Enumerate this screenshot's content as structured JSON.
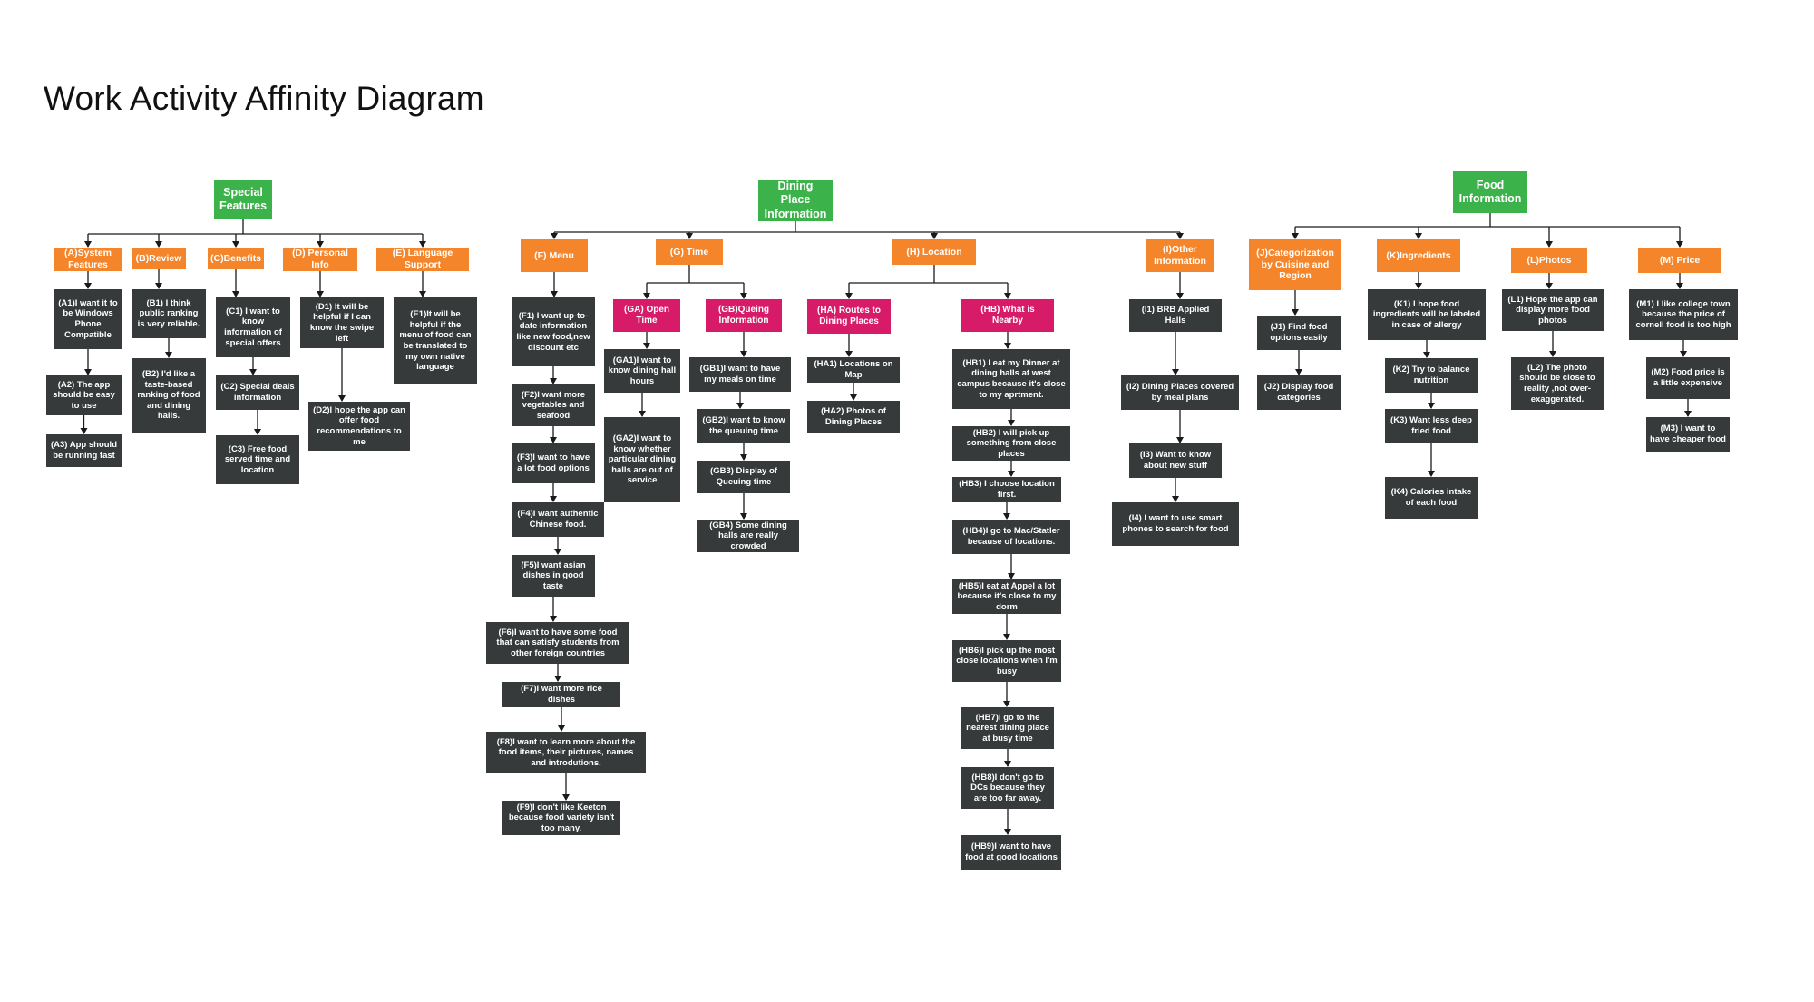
{
  "title": "Work Activity Affinity Diagram",
  "colors": {
    "root": "#3cb34a",
    "category": "#f5852a",
    "subcategory": "#d81b69",
    "note": "#363a3a",
    "connector": "#1a1a1a"
  },
  "nodes": {
    "root_special": "Special Features",
    "root_dining": "Dining Place Information",
    "root_food": "Food Information",
    "cat_a": "(A)System Features",
    "cat_b": "(B)Review",
    "cat_c": "(C)Benefits",
    "cat_d": "(D)  Personal Info",
    "cat_e": "(E)  Language Support",
    "cat_f": "(F)  Menu",
    "cat_g": "(G)  Time",
    "cat_h": "(H)  Location",
    "cat_i": "(I)Other Information",
    "cat_j": "(J)Categorization by Cuisine and Region",
    "cat_k": "(K)Ingredients",
    "cat_l": "(L)Photos",
    "cat_m": "(M) Price",
    "sub_ga": "(GA)  Open Time",
    "sub_gb": "(GB)Queing Information",
    "sub_ha": "(HA)  Routes to Dining Places",
    "sub_hb": "(HB)  What is Nearby",
    "a1": "(A1)I want it to be Windows Phone Compatible",
    "a2": "(A2) The app should be easy to use",
    "a3": "(A3)  App should be running fast",
    "b1": "(B1)  I think public ranking is very reliable.",
    "b2": "(B2)  I'd like a taste-based ranking of food and dining halls.",
    "c1": "(C1)  I want to know information of special offers",
    "c2": "(C2)  Special deals information",
    "c3": "(C3)  Free food served time and location",
    "d1": "(D1)  It will be helpful if I can know the swipe left",
    "d2": "(D2)I hope the app can offer food recommendations to me",
    "e1": "(E1)It will be helpful if the menu of food can be translated to my own native language",
    "f1": "(F1) I want up-to-date information like new food,new discount etc",
    "f2": "(F2)I want more vegetables and seafood",
    "f3": "(F3)I want to have a lot food options",
    "f4": "(F4)I want authentic Chinese food.",
    "f5": "(F5)I want asian dishes in good taste",
    "f6": "(F6)I want to have some food that can satisfy students from other foreign countries",
    "f7": "(F7)I want more rice dishes",
    "f8": "(F8)I want to learn more about the food items, their pictures, names and introdutions.",
    "f9": "(F9)I don't like Keeton because food variety isn't too many.",
    "ga1": "(GA1)I want to know dining hall hours",
    "ga2": "(GA2)I want to know whether particular dining halls are out of service",
    "gb1": "(GB1)I want to have my meals on time",
    "gb2": "(GB2)I want to know the queuing time",
    "gb3": "(GB3)  Display of Queuing time",
    "gb4": "(GB4)  Some dining halls are really crowded",
    "ha1": "(HA1)  Locations on Map",
    "ha2": "(HA2)  Photos of Dining Places",
    "hb1": "(HB1)  I eat my Dinner at dining halls at west campus because it's close to my aprtment.",
    "hb2": "(HB2)  I will pick up something from close places",
    "hb3": "(HB3)  I choose location first.",
    "hb4": "(HB4)I go to Mac/Statler because of locations.",
    "hb5": "(HB5)I eat at Appel a lot because it's close to my dorm",
    "hb6": "(HB6)I pick up the most close locations when I'm busy",
    "hb7": "(HB7)I go to the nearest dining place at busy time",
    "hb8": "(HB8)I don't go to DCs because they are too far away.",
    "hb9": "(HB9)I want to have food at good locations",
    "i1": "(I1)  BRB Applied Halls",
    "i2": "(I2)  Dining Places covered by meal plans",
    "i3": "(I3)  Want to know about new stuff",
    "i4": "(I4)  I want to use smart phones to search for food",
    "j1": "(J1)  Find food options easily",
    "j2": "(J2)  Display food categories",
    "k1": "(K1)  I hope food ingredients will be labeled in case of allergy",
    "k2": "(K2)  Try to balance nutrition",
    "k3": "(K3)  Want less deep fried food",
    "k4": "(K4)  Calories intake of each food",
    "l1": "(L1)  Hope the app can display more food photos",
    "l2": "(L2)  The photo should be close to reality ,not over-exaggerated.",
    "m1": "(M1)  I like college town because the price of cornell food is too high",
    "m2": "(M2)  Food price is a little expensive",
    "m3": "(M3)  I want to have cheaper food"
  }
}
